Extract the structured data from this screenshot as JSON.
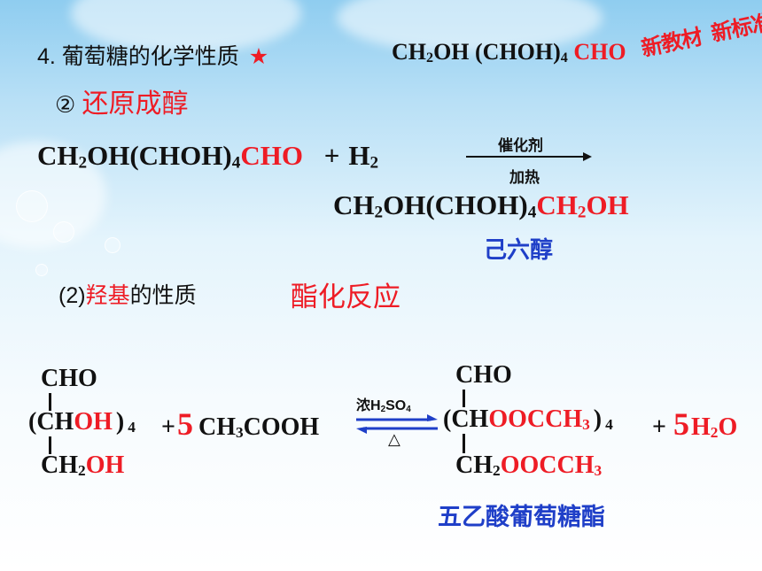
{
  "stamp": {
    "text1": "新教材",
    "text2": "新标准"
  },
  "section4": {
    "title": "4. 葡萄糖的化学性质",
    "star": "★"
  },
  "formula_top": {
    "a": "CH",
    "a_sub": "2",
    "b": "OH (CHOH)",
    "b_sub": "4",
    "c": "CHO"
  },
  "item2": {
    "label": "② ",
    "title": "还原成醇"
  },
  "reaction1": {
    "r1_a": "CH",
    "r1_a_sub": "2",
    "r1_b": "OH(CHOH)",
    "r1_b_sub": "4",
    "r1_c": "CHO",
    "plus": "+",
    "h2": "H",
    "h2_sub": "2",
    "catalyst": "催化剂",
    "heat": "加热",
    "p_a": "CH",
    "p_a_sub": "2",
    "p_b": "OH(CHOH)",
    "p_b_sub": "4",
    "p_c": "CH",
    "p_c_sub": "2",
    "p_d": "OH",
    "product_name": "己六醇"
  },
  "item_b": {
    "label": "(2)",
    "hl": "羟基",
    "rest": "的性质",
    "reaction_type": "酯化反应"
  },
  "reaction2": {
    "l_cho": "CHO",
    "l_mid_open": "(",
    "l_mid_ch": "CH",
    "l_mid_oh": "OH",
    "l_mid_close": ")",
    "l_mid_sub": "4",
    "l_bot_ch": "CH",
    "l_bot_sub": "2",
    "l_bot_oh": "OH",
    "plus1": "+",
    "coef1": "5",
    "acid_a": "CH",
    "acid_sub": "3",
    "acid_b": "COOH",
    "cond_top": "浓H",
    "cond_sub1": "2",
    "cond_so": "SO",
    "cond_sub2": "4",
    "cond_bottom": "△",
    "r_cho": "CHO",
    "r_mid_open": "(",
    "r_mid_ch": "CH",
    "r_mid_oo": "OOCCH",
    "r_mid_oo_sub": "3",
    "r_mid_close": ")",
    "r_mid_sub": "4",
    "r_bot_ch": "CH",
    "r_bot_sub": "2",
    "r_bot_oo": "OOCCH",
    "r_bot_oo_sub": "3",
    "plus2": "+",
    "coef2": "5",
    "water": "H",
    "water_sub": "2",
    "water_o": "O",
    "product_name": "五乙酸葡萄糖酯"
  }
}
